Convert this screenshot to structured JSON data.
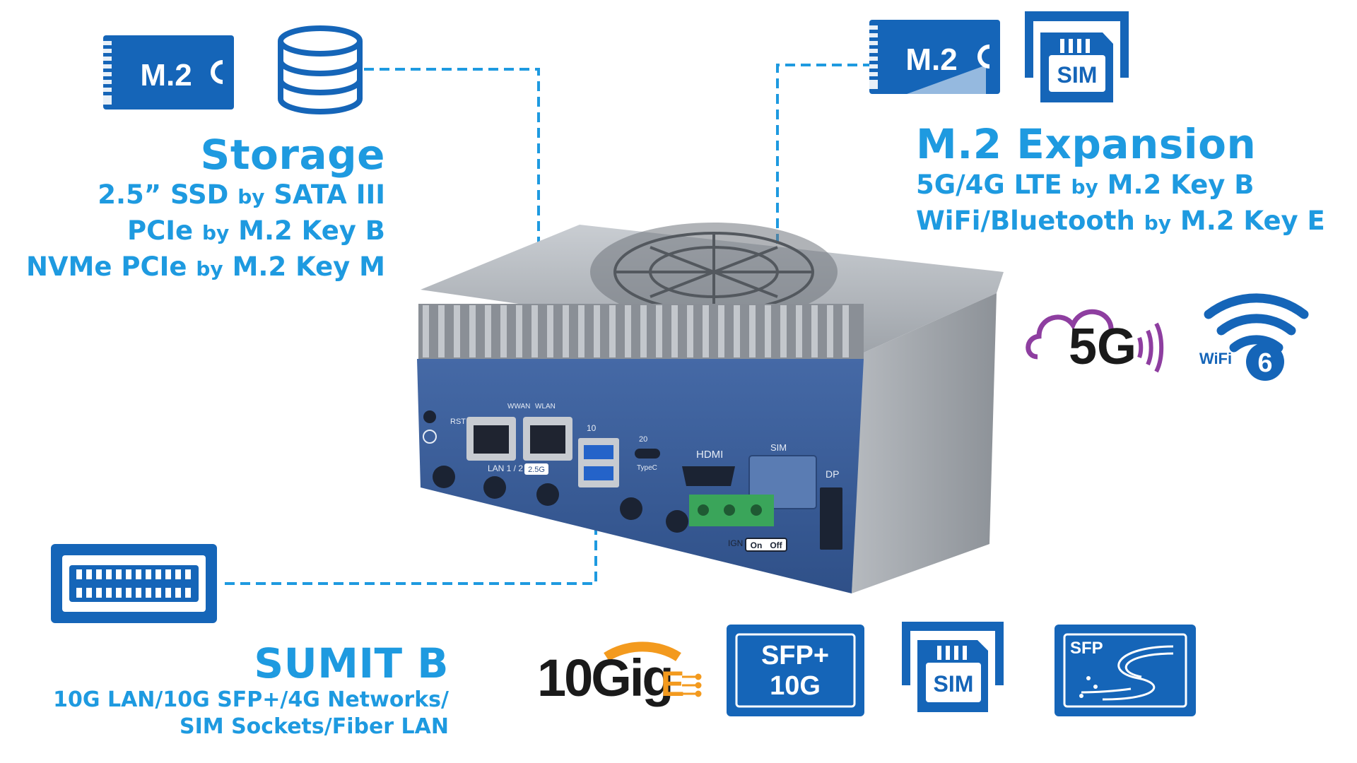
{
  "storage": {
    "title": "Storage",
    "lines": [
      {
        "main": "2.5” SSD",
        "by": "by",
        "iface": "SATA III"
      },
      {
        "main": "PCIe",
        "by": "by",
        "iface": "M.2 Key B"
      },
      {
        "main": "NVMe PCIe",
        "by": "by",
        "iface": "M.2 Key M"
      }
    ],
    "m2_label": "M.2"
  },
  "expansion": {
    "title": "M.2 Expansion",
    "lines": [
      {
        "main": "5G/4G LTE",
        "by": "by",
        "iface": "M.2 Key B"
      },
      {
        "main": "WiFi/Bluetooth",
        "by": "by",
        "iface": "M.2 Key E"
      }
    ],
    "m2_label": "M.2",
    "sim_label": "SIM"
  },
  "sumit": {
    "title": "SUMIT B",
    "lines": [
      "10G LAN/10G SFP+/4G Networks/",
      "SIM Sockets/Fiber LAN"
    ]
  },
  "badges": {
    "fiveg": "5G",
    "wifi_text": "WiFi",
    "wifi_version": "6",
    "tengige": "10Gig",
    "tengige_e": "E",
    "sfp_plus_line1": "SFP+",
    "sfp_plus_line2": "10G",
    "sim": "SIM",
    "sfp": "SFP"
  },
  "device": {
    "rst": "RST",
    "wwan": "WWAN",
    "wlan": "WLAN",
    "lan": "LAN 1 / 2",
    "lan_speed": "2.5G",
    "typec": "TypeC",
    "hdmi": "HDMI",
    "sim": "SIM",
    "dp": "DP",
    "ign": "IGN",
    "on": "On",
    "off": "Off",
    "usb_speed_a": "10",
    "usb_speed_c": "20"
  },
  "colors": {
    "accent": "#1e9ae0",
    "icon_blue": "#1565b8",
    "chassis_blue": "#3a5f9a",
    "heatsink_gray": "#a9adb2",
    "fiveg_purple": "#8e3ea0",
    "tengige_orange": "#f39a1e"
  }
}
